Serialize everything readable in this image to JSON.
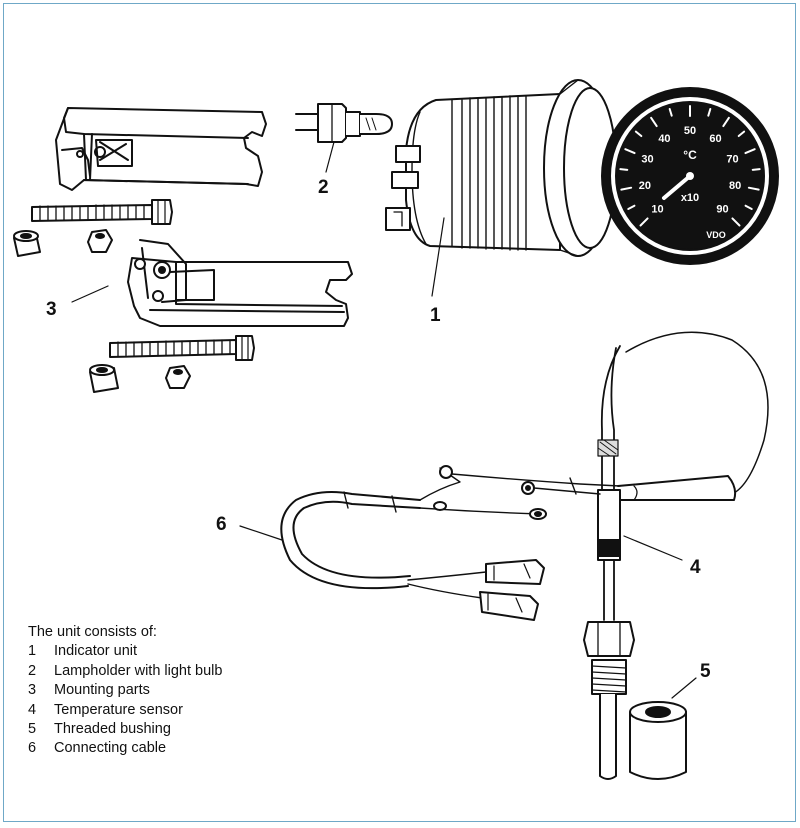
{
  "callouts": {
    "c1": "1",
    "c2": "2",
    "c3": "3",
    "c4": "4",
    "c5": "5",
    "c6": "6"
  },
  "gauge": {
    "unit": "°C",
    "multiplier": "x10",
    "brand": "VDO",
    "scale": [
      "10",
      "20",
      "30",
      "40",
      "50",
      "60",
      "70",
      "80",
      "90"
    ]
  },
  "legend": {
    "heading": "The unit consists of:",
    "items": [
      {
        "num": "1",
        "label": "Indicator unit"
      },
      {
        "num": "2",
        "label": "Lampholder with light bulb"
      },
      {
        "num": "3",
        "label": "Mounting parts"
      },
      {
        "num": "4",
        "label": "Temperature sensor"
      },
      {
        "num": "5",
        "label": "Threaded bushing"
      },
      {
        "num": "6",
        "label": "Connecting cable"
      }
    ]
  },
  "colors": {
    "frame_border": "#6fa8c7",
    "line": "#111111"
  }
}
